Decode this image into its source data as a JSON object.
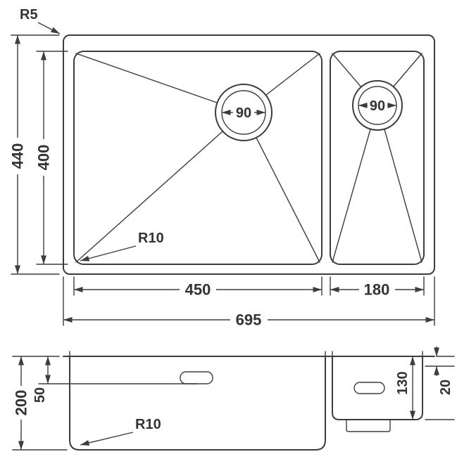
{
  "drawing_type": "double-bowl-sink-technical-drawing",
  "colors": {
    "line": "#3d3d3d",
    "text": "#333333",
    "background": "#ffffff"
  },
  "top_view": {
    "outer_corner_radius_label": "R5",
    "overall_height_label": "440",
    "bowl_height_label": "400",
    "inner_corner_radius_label": "R10",
    "main_bowl_width_label": "450",
    "second_bowl_width_label": "180",
    "overall_width_label": "695",
    "main_drain_diameter_label": "90",
    "second_drain_diameter_label": "90"
  },
  "side_view": {
    "overall_depth_label": "200",
    "overflow_offset_label": "50",
    "bottom_corner_radius_label": "R10",
    "second_bowl_depth_label": "130",
    "rim_offset_label": "20"
  }
}
